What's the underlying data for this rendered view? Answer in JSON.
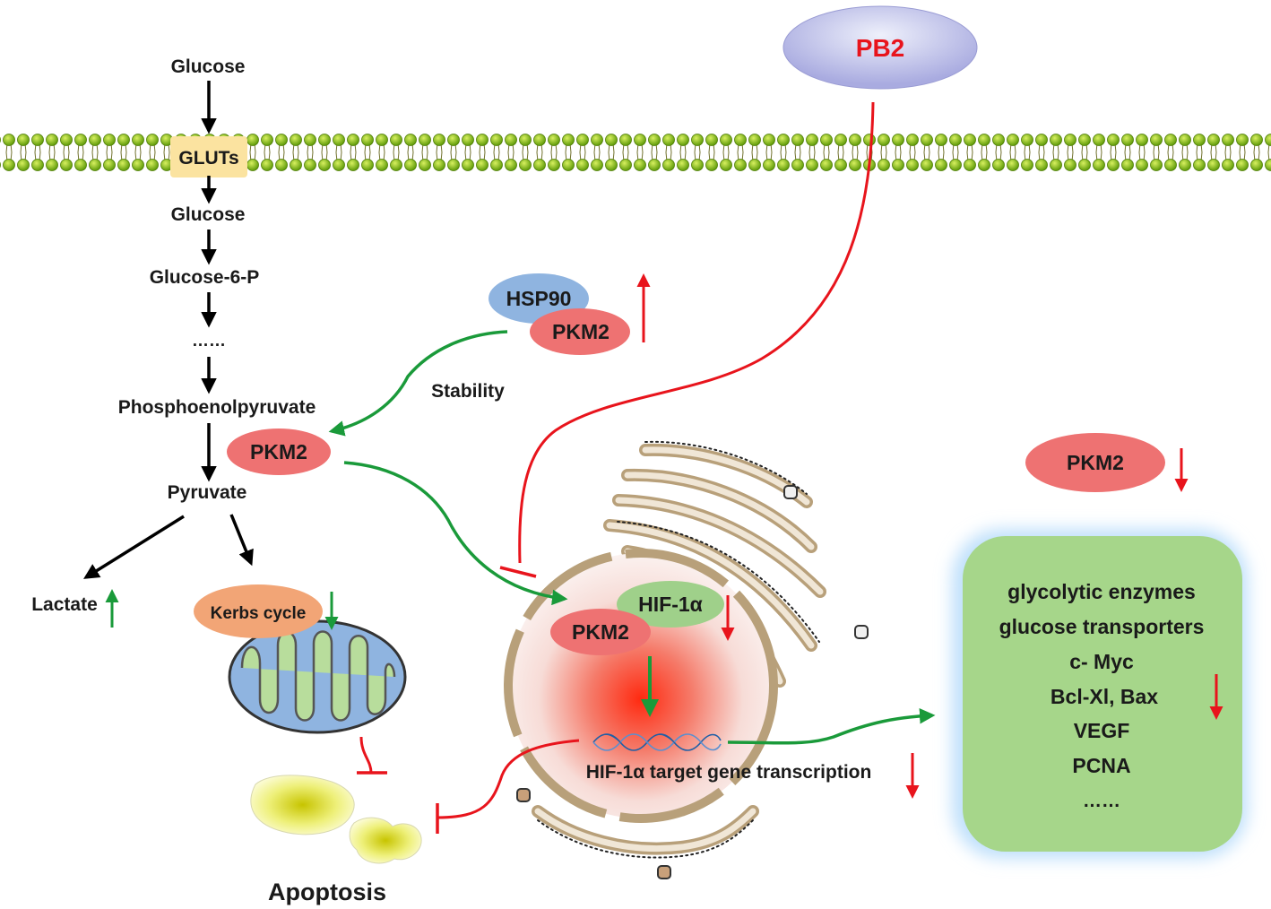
{
  "pathway": {
    "glucose_outside": "Glucose",
    "gluts": "GLUTs",
    "glucose_inside": "Glucose",
    "g6p": "Glucose-6-P",
    "dots": "……",
    "pep": "Phosphoenolpyruvate",
    "pkm2": "PKM2",
    "pyruvate": "Pyruvate",
    "lactate": "Lactate",
    "krebs": "Kerbs cycle",
    "apoptosis": "Apoptosis"
  },
  "drug": {
    "label": "PB2"
  },
  "complex": {
    "hsp90": "HSP90",
    "pkm2": "PKM2",
    "stability": "Stability"
  },
  "nucleus": {
    "hif1a": "HIF-1α",
    "pkm2": "PKM2",
    "transcription": "HIF-1α target gene transcription"
  },
  "effects": {
    "pkm2": "PKM2",
    "targets": [
      "glycolytic enzymes",
      "glucose transporters",
      "c- Myc",
      "Bcl-Xl, Bax",
      "VEGF",
      "PCNA",
      "……"
    ]
  },
  "colors": {
    "up_arrow": "#e8141c",
    "down_arrow": "#e8141c",
    "green_arrow": "#1a9a3a",
    "inhibit_line": "#e8141c",
    "pkm2_fill": "#ee7272",
    "hif_fill": "#9fd08a",
    "hsp90_fill": "#8fb4e0",
    "target_box": "#a6d68a",
    "membrane": "#8bc21a"
  }
}
